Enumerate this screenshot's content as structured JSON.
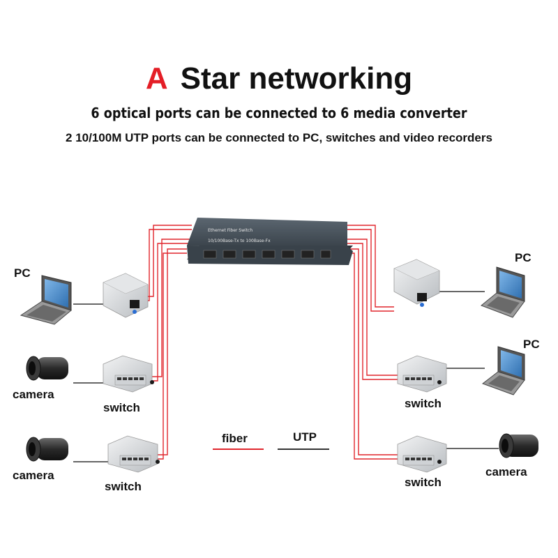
{
  "title": {
    "letter": "A",
    "text": "Star networking"
  },
  "subtitle1": "6 optical ports can be connected to 6 media converter",
  "subtitle2": "2 10/100M UTP ports can be connected to PC, switches and video recorders",
  "switch_device": {
    "line1": "Ethernet Fiber Switch",
    "line2": "10/100Base-Tx to 100Base-Fx"
  },
  "legend": {
    "fiber": "fiber",
    "utp": "UTP"
  },
  "labels": {
    "pc_left": "PC",
    "camera_left_1": "camera",
    "switch_left_1": "switch",
    "camera_left_2": "camera",
    "switch_left_2": "switch",
    "pc_right_1": "PC",
    "pc_right_2": "PC",
    "switch_right_1": "switch",
    "switch_right_2": "switch",
    "camera_right": "camera"
  },
  "colors": {
    "accent": "#e41e26",
    "fiber": "#e0252c",
    "utp": "#333333",
    "device": "#4a5560"
  }
}
